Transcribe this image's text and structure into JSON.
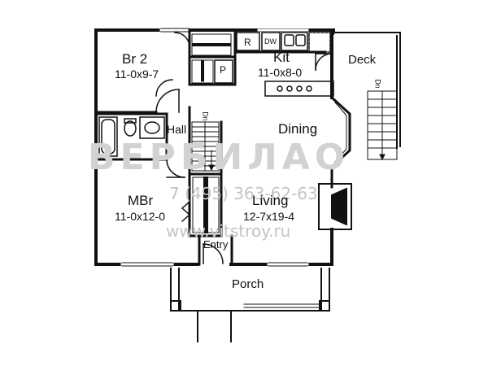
{
  "rooms": {
    "br2": {
      "name": "Br 2",
      "size": "11-0x9-7"
    },
    "kit": {
      "name": "Kit",
      "size": "11-0x8-0"
    },
    "deck": {
      "name": "Deck"
    },
    "dining": {
      "name": "Dining"
    },
    "hall": {
      "name": "Hall"
    },
    "mbr": {
      "name": "MBr",
      "size": "11-0x12-0"
    },
    "living": {
      "name": "Living",
      "size": "12-7x19-4"
    },
    "entry": {
      "name": "Entry"
    },
    "porch": {
      "name": "Porch"
    }
  },
  "fixtures": {
    "refrigerator": "R",
    "dishwasher": "DW",
    "pantry": "P",
    "stair_down_hall": "Dn",
    "stair_down_deck": "Dn"
  },
  "watermark": {
    "phone": "7 (495) 363-62-63",
    "url": "www.vitstroy.ru"
  }
}
